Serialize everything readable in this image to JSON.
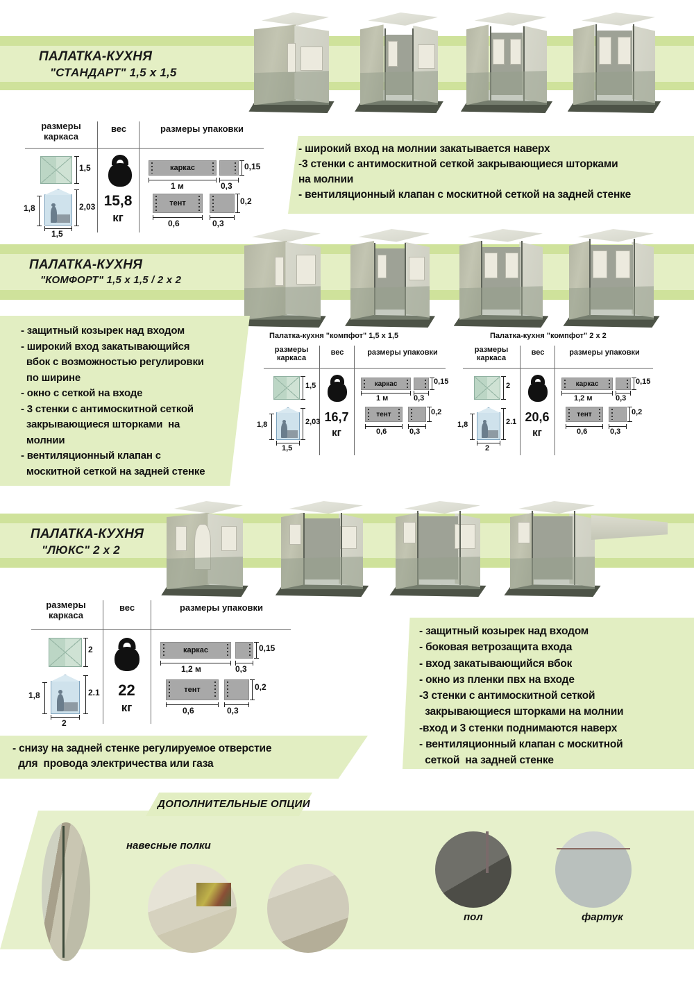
{
  "sections": [
    {
      "id": "standart",
      "title_line1": "ПАЛАТКА-КУХНЯ",
      "title_line2": "\"СТАНДАРТ\" 1,5 х 1,5",
      "features": [
        "- широкий вход на молнии закатывается наверх",
        "-3 стенки с антимоскитной сеткой закрывающиеся шторками",
        "на молнии",
        "- вентиляционный клапан с москитной сеткой на задней стенке"
      ],
      "table": {
        "headers": {
          "frame": "размеры\nкаркаса",
          "weight": "вес",
          "packing": "размеры упаковки"
        },
        "frame": {
          "top_h": "1,5",
          "side_left": "1,8",
          "side_right": "2,03",
          "bottom_w": "1,5"
        },
        "weight_value": "15,8",
        "weight_unit": "кг",
        "packing": [
          {
            "label": "каркас",
            "length": "1 м",
            "depth": "0,3",
            "height": "0,15"
          },
          {
            "label": "тент",
            "length": "0,6",
            "depth": "0,3",
            "height": "0,2"
          }
        ]
      }
    },
    {
      "id": "komfort",
      "title_line1": "ПАЛАТКА-КУХНЯ",
      "title_line2": "\"КОМФОРТ\" 1,5 х 1,5 / 2 х 2",
      "features": [
        "- защитный козырек над входом",
        "- широкий вход закатывающийся",
        "  вбок с возможностью регулировки",
        "  по ширине",
        "- окно с сеткой на входе",
        "- 3 стенки с антимоскитной сеткой",
        "  закрывающиеся шторками  на",
        "  молнии",
        "- вентиляционный клапан с",
        "  москитной сеткой на задней стенке"
      ],
      "table_a": {
        "caption": "Палатка-кухня \"компфот\" 1,5 х 1,5",
        "headers": {
          "frame": "размеры\nкаркаса",
          "weight": "вес",
          "packing": "размеры упаковки"
        },
        "frame": {
          "top_h": "1,5",
          "side_left": "1,8",
          "side_right": "2,03",
          "bottom_w": "1,5"
        },
        "weight_value": "16,7",
        "weight_unit": "кг",
        "packing": [
          {
            "label": "каркас",
            "length": "1 м",
            "depth": "0,3",
            "height": "0,15"
          },
          {
            "label": "тент",
            "length": "0,6",
            "depth": "0,3",
            "height": "0,2"
          }
        ]
      },
      "table_b": {
        "caption": "Палатка-кухня \"компфот\" 2 х 2",
        "headers": {
          "frame": "размеры\nкаркаса",
          "weight": "вес",
          "packing": "размеры упаковки"
        },
        "frame": {
          "top_h": "2",
          "side_left": "1,8",
          "side_right": "2.1",
          "bottom_w": "2"
        },
        "weight_value": "20,6",
        "weight_unit": "кг",
        "packing": [
          {
            "label": "каркас",
            "length": "1,2 м",
            "depth": "0,3",
            "height": "0,15"
          },
          {
            "label": "тент",
            "length": "0,6",
            "depth": "0,3",
            "height": "0,2"
          }
        ]
      }
    },
    {
      "id": "lux",
      "title_line1": "ПАЛАТКА-КУХНЯ",
      "title_line2": "\"ЛЮКС\" 2 х 2",
      "features": [
        "- защитный козырек над входом",
        "- боковая ветрозащита входа",
        "- вход закатывающийся вбок",
        "- окно из пленки пвх на входе",
        "-3 стенки с антимоскитной сеткой",
        "  закрывающиеся шторками на молнии",
        "-вход и 3 стенки поднимаются наверх",
        "- вентиляционный клапан с москитной",
        "  сеткой  на задней стенке"
      ],
      "note": [
        "- снизу на задней стенке регулируемое отверстие",
        "  для  провода электричества или газа"
      ],
      "table": {
        "headers": {
          "frame": "размеры\nкаркаса",
          "weight": "вес",
          "packing": "размеры упаковки"
        },
        "frame": {
          "top_h": "2",
          "side_left": "1,8",
          "side_right": "2.1",
          "bottom_w": "2"
        },
        "weight_value": "22",
        "weight_unit": "кг",
        "packing": [
          {
            "label": "каркас",
            "length": "1,2 м",
            "depth": "0,3",
            "height": "0,15"
          },
          {
            "label": "тент",
            "length": "0,6",
            "depth": "0,3",
            "height": "0,2"
          }
        ]
      }
    }
  ],
  "options": {
    "title": "ДОПОЛНИТЕЛЬНЫЕ ОПЦИИ",
    "shelves_label": "навесные полки",
    "floor_label": "пол",
    "apron_label": "фартук"
  },
  "colors": {
    "band_dark": "#cfe29b",
    "band_light": "#e4efc4",
    "panel": "#e2eec2",
    "options_bg": "#e6f0cb",
    "text": "#111111"
  }
}
